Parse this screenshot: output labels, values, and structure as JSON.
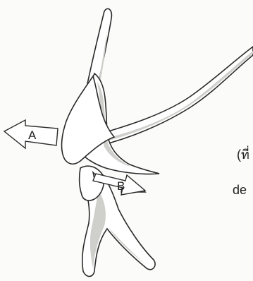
{
  "diagram": {
    "arrow_a_label": "A",
    "arrow_b_label": "B"
  },
  "side_text": {
    "line1": "(ที่",
    "line2": "de"
  },
  "colors": {
    "outline": "#2a2a2a",
    "shading": "#cfcfcc",
    "background": "#fbfbf9",
    "fill": "#ffffff"
  }
}
